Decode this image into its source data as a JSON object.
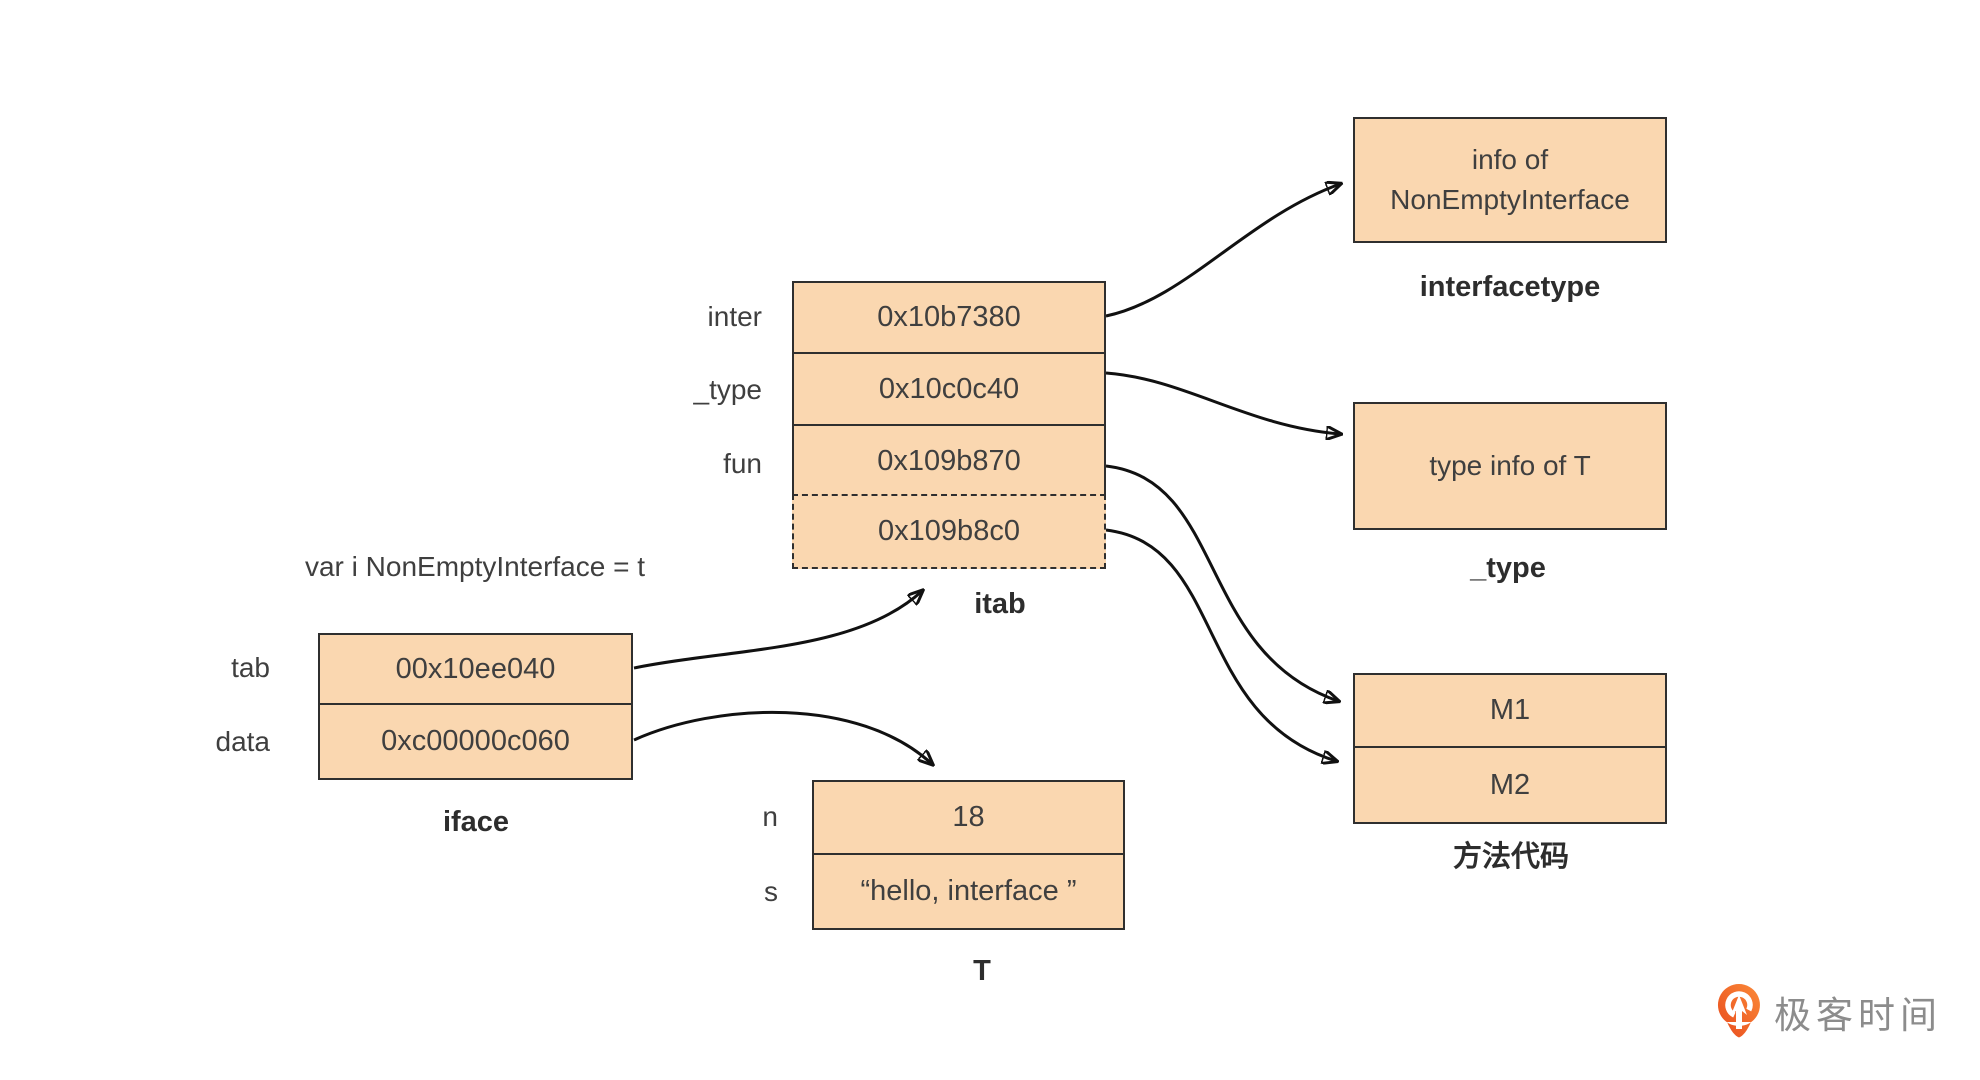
{
  "declaration": "var i NonEmptyInterface = t",
  "iface": {
    "caption": "iface",
    "rows": [
      {
        "field": "tab",
        "value": "00x10ee040"
      },
      {
        "field": "data",
        "value": "0xc00000c060"
      }
    ]
  },
  "itab": {
    "caption": "itab",
    "rows": [
      {
        "field": "inter",
        "value": "0x10b7380"
      },
      {
        "field": "_type",
        "value": "0x10c0c40"
      },
      {
        "field": "fun",
        "value": "0x109b870"
      },
      {
        "field": "",
        "value": "0x109b8c0"
      }
    ]
  },
  "t_struct": {
    "caption": "T",
    "rows": [
      {
        "field": "n",
        "value": "18"
      },
      {
        "field": "s",
        "value": "“hello, interface ”"
      }
    ]
  },
  "interfacetype_box": {
    "caption": "interfacetype",
    "line1": "info of",
    "line2": "NonEmptyInterface"
  },
  "typeinfo_box": {
    "caption": "_type",
    "text": "type info of T"
  },
  "methods_box": {
    "caption": "方法代码",
    "rows": [
      {
        "value": "M1"
      },
      {
        "value": "M2"
      }
    ]
  },
  "logo": {
    "text": "极客时间"
  },
  "colors": {
    "box_fill": "#fad7b0",
    "box_border": "#2f2f2f",
    "arrow": "#111111",
    "text": "#3f3f3f",
    "logo_orange_light": "#fb8a38",
    "logo_orange_dark": "#e84a1d",
    "logo_text_gray": "#8c8c8c"
  }
}
